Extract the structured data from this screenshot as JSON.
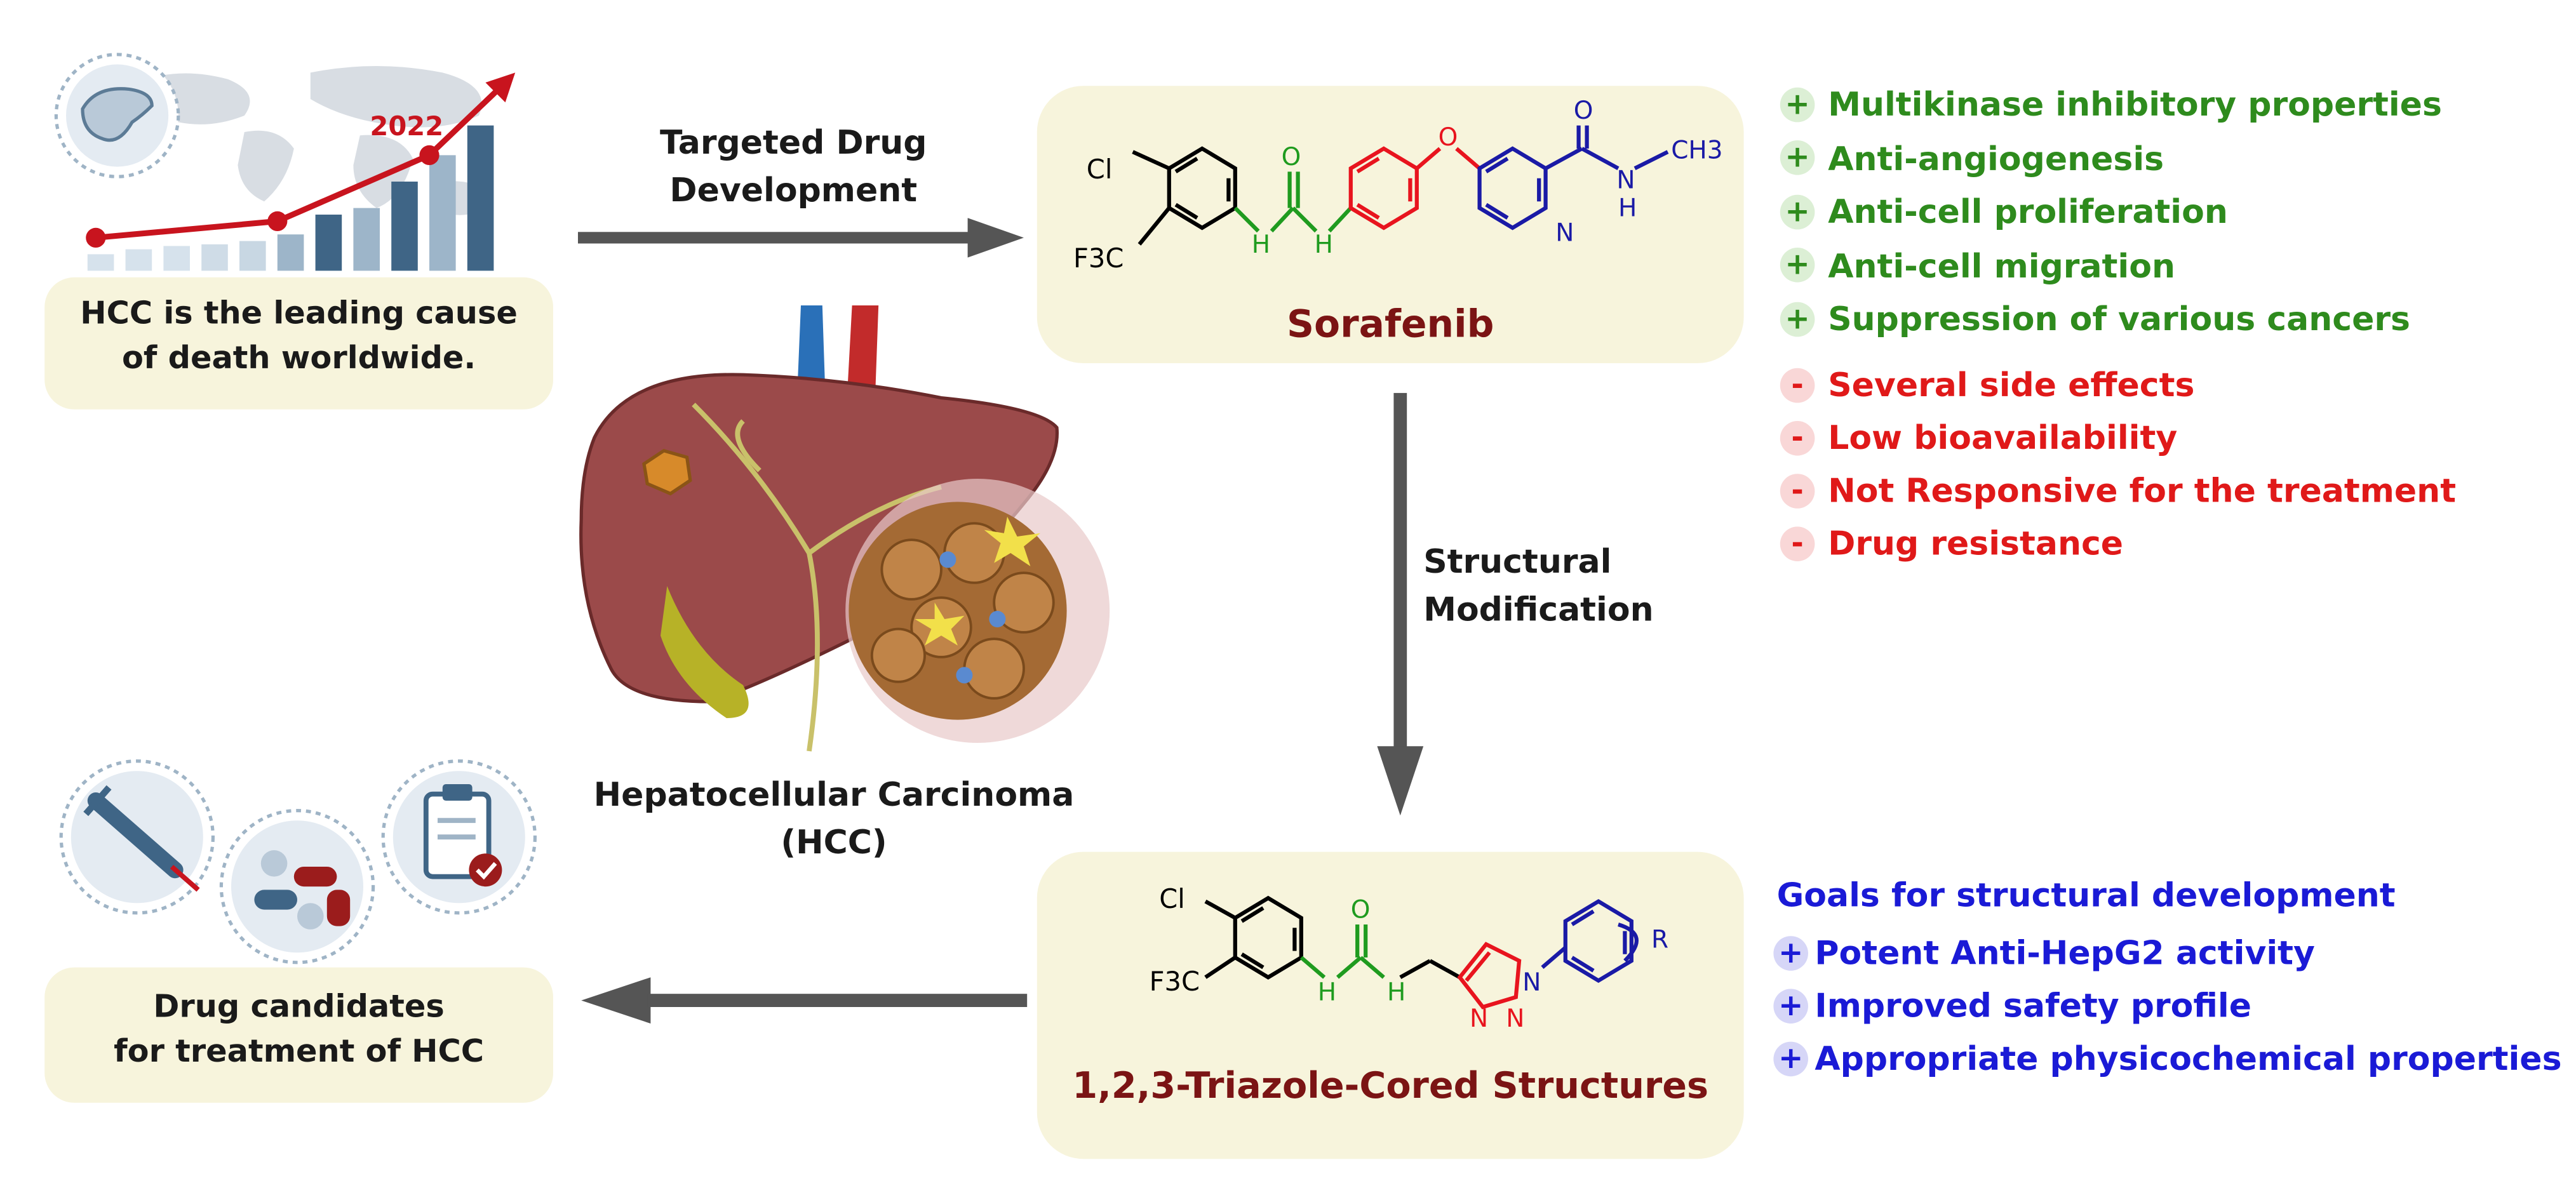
{
  "hcc_fact": {
    "year_label": "2022",
    "text_line1": "HCC is the leading cause",
    "text_line2": "of death worldwide."
  },
  "arrow_targeted": {
    "line1": "Targeted Drug",
    "line2": "Development"
  },
  "sorafenib": {
    "name": "Sorafenib",
    "cl": "Cl",
    "cf3": "F3C",
    "nh1": "H",
    "nh2": "H",
    "o_link": "O",
    "o_carbonyl": "O",
    "n_ring": "N",
    "n_amide": "N",
    "h_amide": "H",
    "ch3": "CH3"
  },
  "advantages": [
    "Multikinase inhibitory properties",
    "Anti-angiogenesis",
    "Anti-cell proliferation",
    "Anti-cell migration",
    "Suppression of various cancers"
  ],
  "disadvantages": [
    "Several side effects",
    "Low bioavailability",
    "Not Responsive for the treatment",
    "Drug resistance"
  ],
  "sign_plus": "+",
  "sign_minus": "-",
  "arrow_structural": {
    "line1": "Structural",
    "line2": "Modification"
  },
  "hcc_illustration": {
    "line1": "Hepatocellular Carcinoma",
    "line2": "(HCC)"
  },
  "triazole": {
    "name": "1,2,3-Triazole-Cored Structures",
    "cl": "Cl",
    "cf3": "F3C",
    "o_carbonyl": "O",
    "nh1": "H",
    "nh2": "H",
    "n1": "N",
    "n2": "N",
    "n3": "N",
    "r": "R"
  },
  "goals": {
    "title": "Goals for structural development",
    "items": [
      "Potent Anti-HepG2 activity",
      "Improved safety profile",
      "Appropriate physicochemical properties"
    ]
  },
  "drug_candidates": {
    "line1": "Drug candidates",
    "line2": "for treatment of HCC"
  },
  "colors": {
    "box_fill": "#f7f4dc",
    "advantage_green": "#2e8b1d",
    "disadvantage_red": "#e01919",
    "goal_blue": "#1a1ad6",
    "title_maroon": "#7b1414",
    "arrow_gray": "#555555"
  }
}
